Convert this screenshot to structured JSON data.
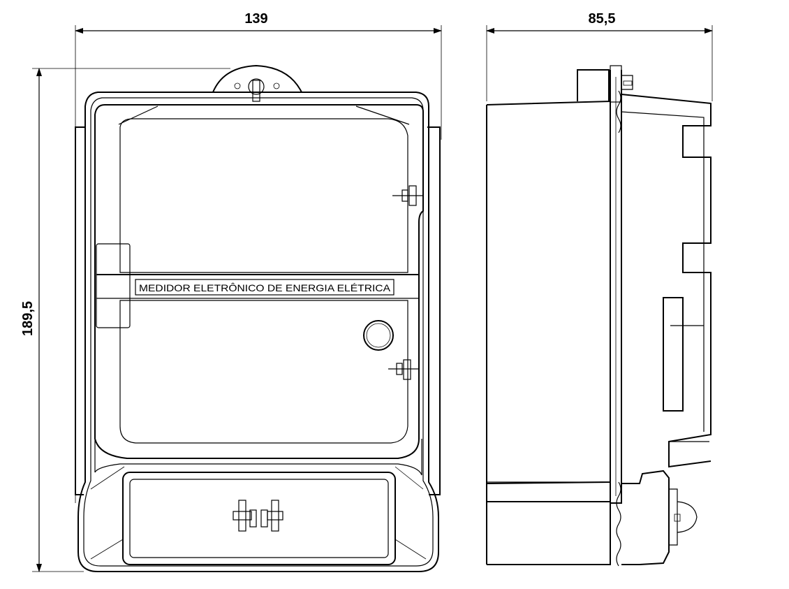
{
  "dimensions": {
    "front_width": "139",
    "side_depth": "85,5",
    "height": "189,5"
  },
  "meter_label": "MEDIDOR ELETRÔNICO DE ENERGIA ELÉTRICA"
}
